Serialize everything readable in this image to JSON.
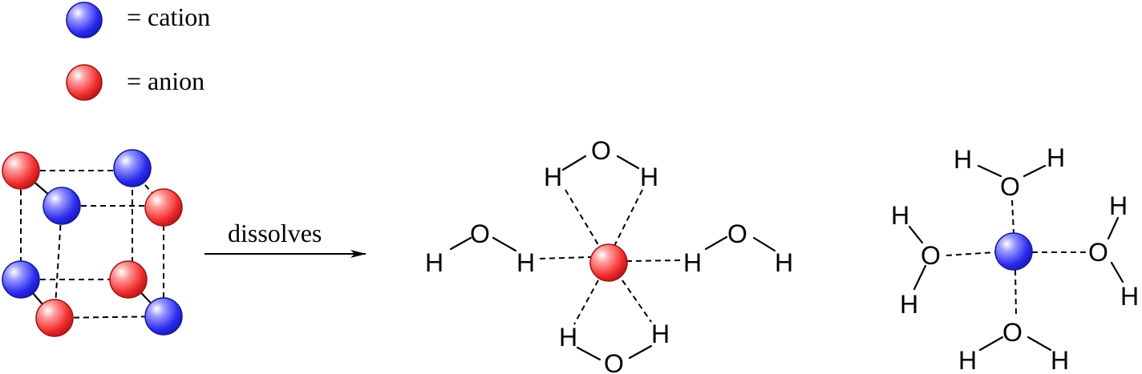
{
  "legend": {
    "cation_label": "= cation",
    "anion_label": "= anion"
  },
  "arrow": {
    "label": "dissolves"
  },
  "atoms": {
    "oxygen": "O",
    "hydrogen": "H"
  },
  "colors": {
    "cation": "#2626e8",
    "anion": "#e82626"
  }
}
